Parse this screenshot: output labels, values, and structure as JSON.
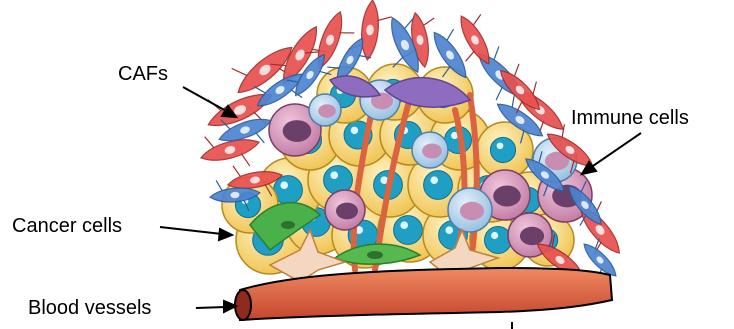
{
  "labels": {
    "cafs": "CAFs",
    "immune": "Immune cells",
    "cancer": "Cancer cells",
    "vessels": "Blood vessels"
  },
  "colors": {
    "cancer_fill": "#f2cf67",
    "cancer_nucleus": "#1f9fc4",
    "caf_red": "#e8514f",
    "caf_blue": "#4d84d1",
    "immune_pink": "#c77fa8",
    "immune_blue": "#9cc3e3",
    "immune_nucleus": "#6a3f6a",
    "vessel": "#e06a48",
    "green_cell": "#3fae3f",
    "purple_cell": "#8b6ab8"
  }
}
